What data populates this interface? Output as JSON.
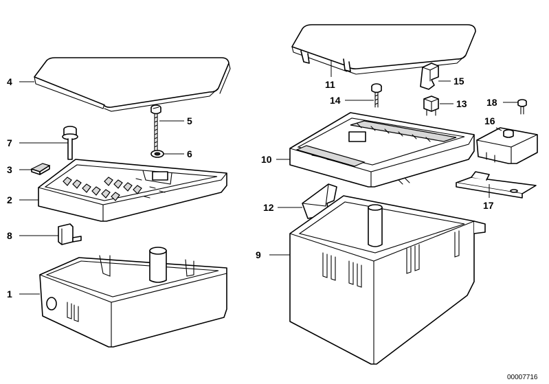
{
  "callouts": {
    "c1": "1",
    "c2": "2",
    "c3": "3",
    "c4": "4",
    "c5": "5",
    "c6": "6",
    "c7": "7",
    "c8": "8",
    "c9": "9",
    "c10": "10",
    "c11": "11",
    "c12": "12",
    "c13": "13",
    "c14": "14",
    "c15": "15",
    "c16": "16",
    "c17": "17",
    "c18": "18"
  },
  "reference_number": "00007716"
}
